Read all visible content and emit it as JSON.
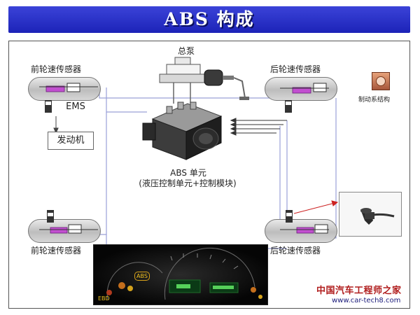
{
  "title": "ABS 构成",
  "labels": {
    "front_sensor_top": "前轮速传感器",
    "rear_sensor_top": "后轮速传感器",
    "front_sensor_bottom": "前轮速传感器",
    "rear_sensor_bottom": "后轮速传感器",
    "master_cylinder": "总泵",
    "ems": "EMS",
    "engine": "发动机",
    "abs_unit_line1": "ABS 单元",
    "abs_unit_line2": "(液压控制单元+控制模块)",
    "brake_system_structure": "制动系结构"
  },
  "dashboard": {
    "warning_abs": "ABS",
    "warning_ebd": "EBD"
  },
  "watermark": {
    "site_name": "中国汽车工程师之家",
    "url": "www.car-tech8.com"
  },
  "colors": {
    "title_bar": "#2a31c8",
    "sensor_magenta": "#c24fd0",
    "signal_line": "#9aa0d8"
  },
  "icons": [
    "abs-hydraulic-unit",
    "master-cylinder",
    "wheel-speed-sensor",
    "dashboard",
    "brake-system-link-icon"
  ]
}
